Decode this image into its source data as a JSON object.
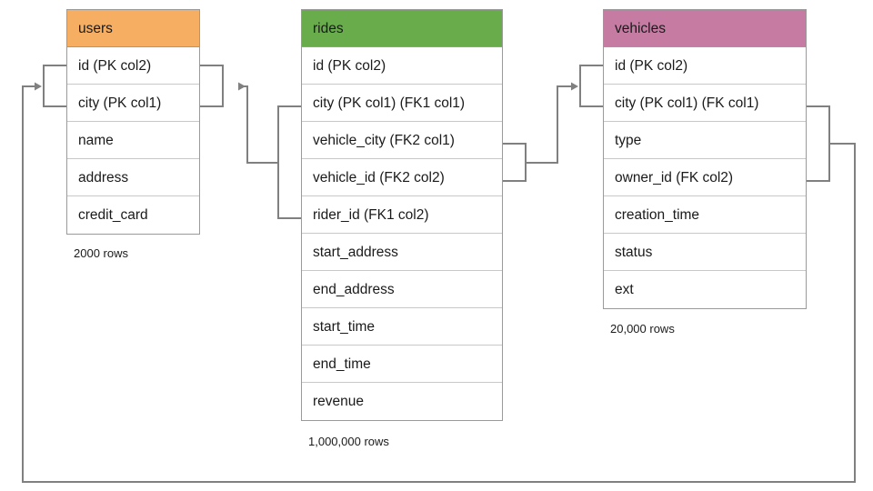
{
  "diagram": {
    "title": "database-schema-er-diagram",
    "colors": {
      "users_header": "#f5ae62",
      "rides_header": "#68ac4c",
      "vehicles_header": "#c57ba2",
      "border": "#9a9a9a",
      "row_border": "#c8c8c8",
      "connector": "#808080",
      "text": "#1a1a1a",
      "background": "#ffffff"
    },
    "tables": [
      {
        "name": "users",
        "header": "users",
        "header_color": "#f5ae62",
        "row_count_label": "2000 rows",
        "columns": [
          {
            "label": "id (PK col2)"
          },
          {
            "label": "city (PK col1)"
          },
          {
            "label": "name"
          },
          {
            "label": "address"
          },
          {
            "label": "credit_card"
          }
        ]
      },
      {
        "name": "rides",
        "header": "rides",
        "header_color": "#68ac4c",
        "row_count_label": "1,000,000 rows",
        "columns": [
          {
            "label": "id (PK col2)"
          },
          {
            "label": "city (PK col1) (FK1 col1)"
          },
          {
            "label": "vehicle_city (FK2 col1)"
          },
          {
            "label": "vehicle_id (FK2 col2)"
          },
          {
            "label": "rider_id (FK1 col2)"
          },
          {
            "label": "start_address"
          },
          {
            "label": "end_address"
          },
          {
            "label": "start_time"
          },
          {
            "label": "end_time"
          },
          {
            "label": "revenue"
          }
        ]
      },
      {
        "name": "vehicles",
        "header": "vehicles",
        "header_color": "#c57ba2",
        "row_count_label": "20,000 rows",
        "columns": [
          {
            "label": "id (PK col2)"
          },
          {
            "label": "city (PK col1) (FK col1)"
          },
          {
            "label": "type"
          },
          {
            "label": "owner_id (FK col2)"
          },
          {
            "label": "creation_time"
          },
          {
            "label": "status"
          },
          {
            "label": "ext"
          }
        ]
      }
    ],
    "relationships": [
      {
        "name": "rides-fk1-to-users",
        "from_table": "rides",
        "from_columns": [
          "city (PK col1) (FK1 col1)",
          "rider_id (FK1 col2)"
        ],
        "to_table": "users",
        "to_columns": [
          "id (PK col2)",
          "city (PK col1)"
        ]
      },
      {
        "name": "rides-fk2-to-vehicles",
        "from_table": "rides",
        "from_columns": [
          "vehicle_city (FK2 col1)",
          "vehicle_id (FK2 col2)"
        ],
        "to_table": "vehicles",
        "to_columns": [
          "id (PK col2)",
          "city (PK col1) (FK col1)"
        ]
      },
      {
        "name": "vehicles-fk-to-users",
        "from_table": "vehicles",
        "from_columns": [
          "city (PK col1) (FK col1)",
          "owner_id (FK col2)"
        ],
        "to_table": "users",
        "to_columns": [
          "id (PK col2)",
          "city (PK col1)"
        ]
      }
    ]
  }
}
